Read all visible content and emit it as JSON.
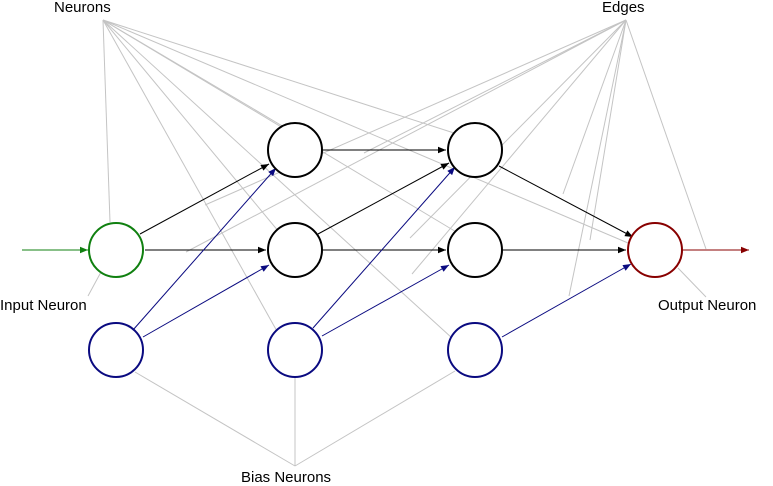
{
  "labels": {
    "neurons": "Neurons",
    "edges": "Edges",
    "input_neuron": "Input Neuron",
    "output_neuron": "Output Neuron",
    "bias_neurons": "Bias Neurons"
  },
  "colors": {
    "background": "#ffffff",
    "neuron": "#000000",
    "input": "#108010",
    "output": "#880000",
    "bias": "#0a0a80",
    "edge": "#000000",
    "annotation": "#c4c4c4"
  }
}
